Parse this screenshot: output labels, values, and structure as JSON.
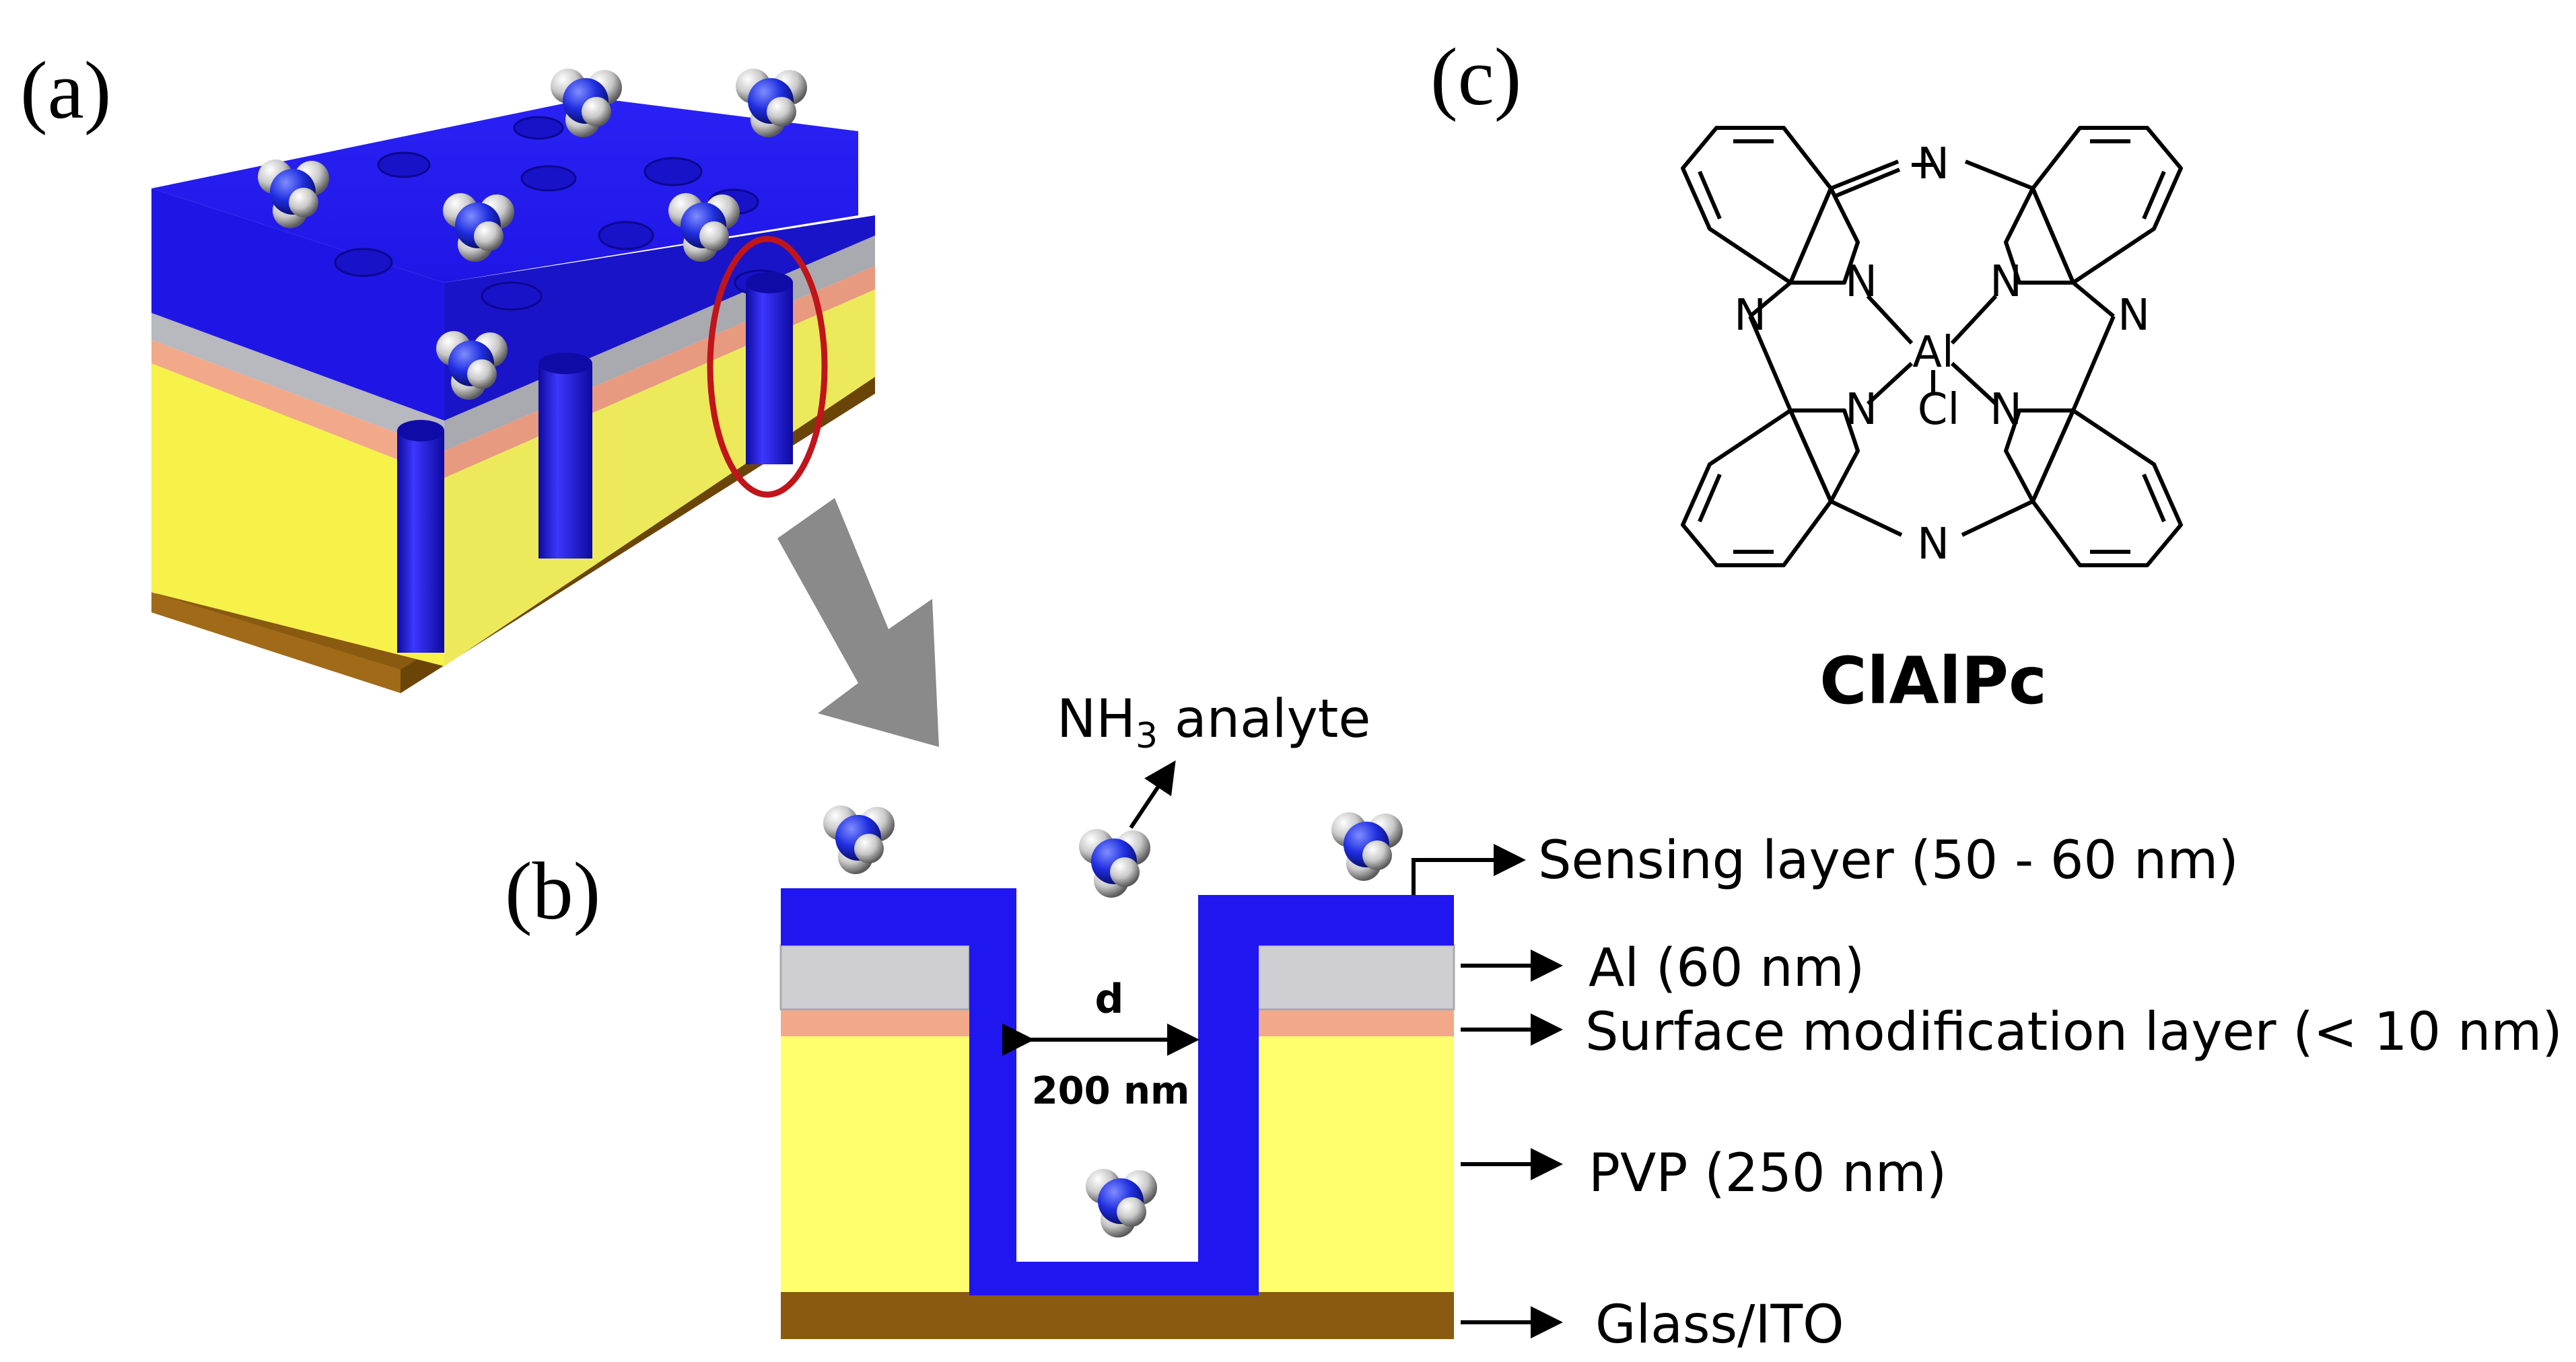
{
  "panels": {
    "a": "(a)",
    "b": "(b)",
    "c": "(c)"
  },
  "labels": {
    "nh3_prefix": "NH",
    "nh3_sub": "3",
    "nh3_suffix": " analyte",
    "sensing": "Sensing layer (50 - 60 nm)",
    "al": "Al (60 nm)",
    "surface": "Surface modification layer  (< 10 nm)",
    "pvp": "PVP  (250 nm)",
    "glass": "Glass/ITO",
    "d": "d",
    "width": "200 nm"
  },
  "molecule": {
    "name": "ClAlPc",
    "metal": "Al",
    "axial": "Cl",
    "nitrogen": "N"
  },
  "colors": {
    "sensing_layer": "#1f16f0",
    "aluminum": "#cfcfd3",
    "surface_layer": "#f2a98a",
    "pvp": "#ffff6e",
    "glass_ito": "#8a5a10",
    "pore_highlight": "#c0151b",
    "arrow_gray": "#8a8a8a"
  }
}
